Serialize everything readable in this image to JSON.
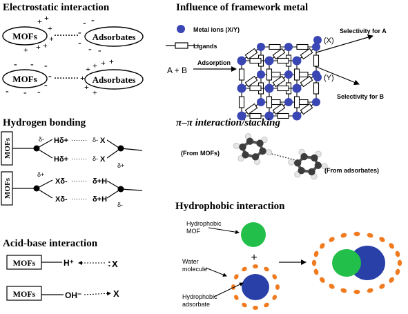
{
  "sections": {
    "electrostatic": {
      "title": "Electrostatic interaction",
      "mofs": "MOFs",
      "adsorbates": "Adsorbates",
      "plus": "+",
      "minus": "-",
      "dots": "·········"
    },
    "framework_metal": {
      "title": "Influence of framework metal",
      "metal_legend": "Metal ions (X/Y)",
      "ligand_legend": "Ligands",
      "reactants": "A + B",
      "adsorption": "Adsorption",
      "x_label": "(X)",
      "y_label": "(Y)",
      "selectivity_a": "Selectivity for A",
      "selectivity_b": "Selectivity for B"
    },
    "hydrogen_bonding": {
      "title": "Hydrogen bonding",
      "mofs": "MOFs",
      "d_minus": "δ-",
      "d_plus": "δ+",
      "h_dplus": "Hδ+",
      "x": "X",
      "x_dminus": "Xδ-",
      "h": "H",
      "dplus_h": "δ+H",
      "dminus_x": "δ-",
      "dots": "·······"
    },
    "pi_pi": {
      "title": "π–π interaction/stacking",
      "from_mofs": "(From MOFs)",
      "from_adsorbates": "(From adsorbates)"
    },
    "acid_base": {
      "title": "Acid-base interaction",
      "mofs": "MOFs",
      "h_plus": "H⁺",
      "x": "X",
      "lone_pair": ":",
      "oh": "OH⁻",
      "dots": "·····"
    },
    "hydrophobic": {
      "title": "Hydrophobic interaction",
      "mof_label_1": "Hydrophobic",
      "mof_label_2": "MOF",
      "water_label_1": "Water",
      "water_label_2": "molecule",
      "ads_label_1": "Hydrophobic",
      "ads_label_2": "adsorbate",
      "plus": "+"
    }
  },
  "colors": {
    "metal_ion": "#3a46b4",
    "green": "#22c04a",
    "blue": "#2840a8",
    "orange": "#f07a1e",
    "black": "#000000"
  }
}
